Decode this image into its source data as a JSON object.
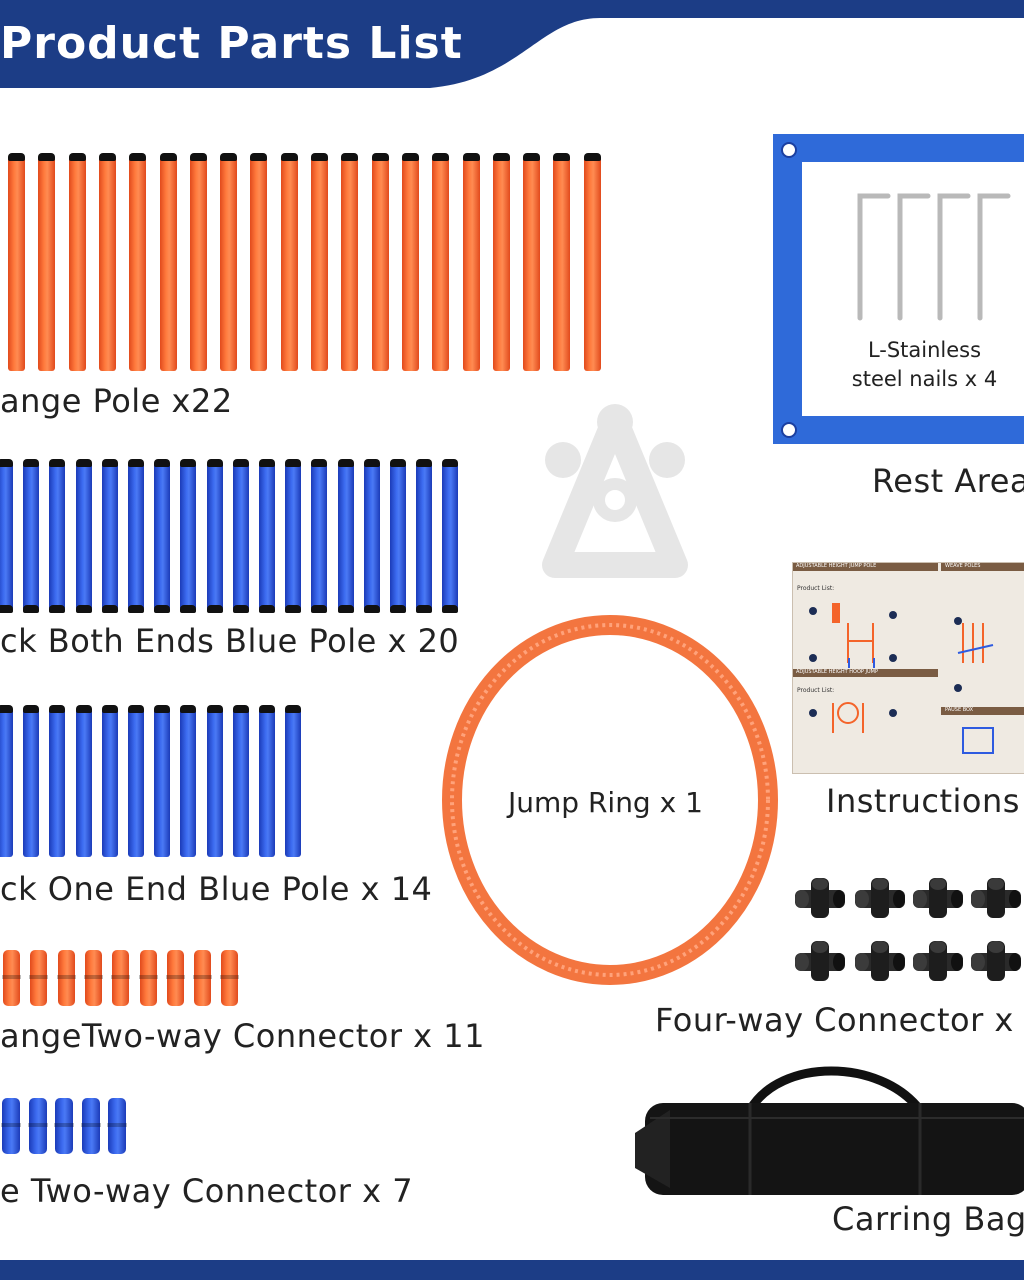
{
  "header": {
    "title": "Product Parts List",
    "bg_color": "#1c3d86"
  },
  "parts": {
    "orange_pole": {
      "label": "ange Pole x22",
      "count": 22,
      "color": "#f4642a"
    },
    "blue_pole_both": {
      "label": "ck Both Ends Blue Pole x 20",
      "count": 20,
      "color": "#2e5be0"
    },
    "blue_pole_one": {
      "label": "ck One End Blue Pole x 14",
      "count": 14,
      "color": "#2e5be0"
    },
    "orange_connector": {
      "label": "angeTwo-way Connector x 11",
      "color": "#f4642a"
    },
    "blue_connector": {
      "label": "e Two-way Connector x 7",
      "color": "#2e5be0"
    },
    "jump_ring": {
      "label": "Jump Ring x 1",
      "color": "#f57a45"
    },
    "nails": {
      "label_line1": "L-Stainless",
      "label_line2": "steel nails x 4"
    },
    "rest_area": {
      "label": "Rest Area",
      "color": "#2f6ad9"
    },
    "instructions": {
      "label": "Instructions",
      "sheet_titles": [
        "ADJUSTABLE HEIGHT JUMP POLE",
        "WEAVE POLES",
        "ADJUSTABLE HEIGHT HOOP JUMP",
        "PAUSE BOX"
      ],
      "product_list_label": "Product List:"
    },
    "four_way_connector": {
      "label": "Four-way Connector x"
    },
    "carrying_bag": {
      "label": "Carring Bag"
    }
  }
}
